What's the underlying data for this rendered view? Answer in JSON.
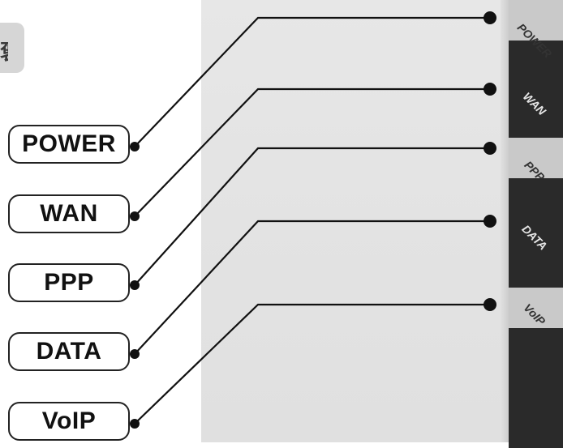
{
  "side_tab": {
    "text": "褒"
  },
  "labels": [
    {
      "id": "power",
      "text": "POWER"
    },
    {
      "id": "wan",
      "text": "WAN"
    },
    {
      "id": "ppp",
      "text": "PPP"
    },
    {
      "id": "data",
      "text": "DATA"
    },
    {
      "id": "voip",
      "text": "VoIP"
    }
  ],
  "panel_labels": [
    {
      "id": "power",
      "text": "POWER"
    },
    {
      "id": "wan",
      "text": "WAN"
    },
    {
      "id": "ppp",
      "text": "PPP"
    },
    {
      "id": "data",
      "text": "DATA"
    },
    {
      "id": "voip",
      "text": "VoIP"
    }
  ],
  "colors": {
    "panel_dark": "#2a2a2a",
    "panel_stripe": "#c9c9c9",
    "device_face": "#e4e4e4",
    "line": "#111111"
  }
}
